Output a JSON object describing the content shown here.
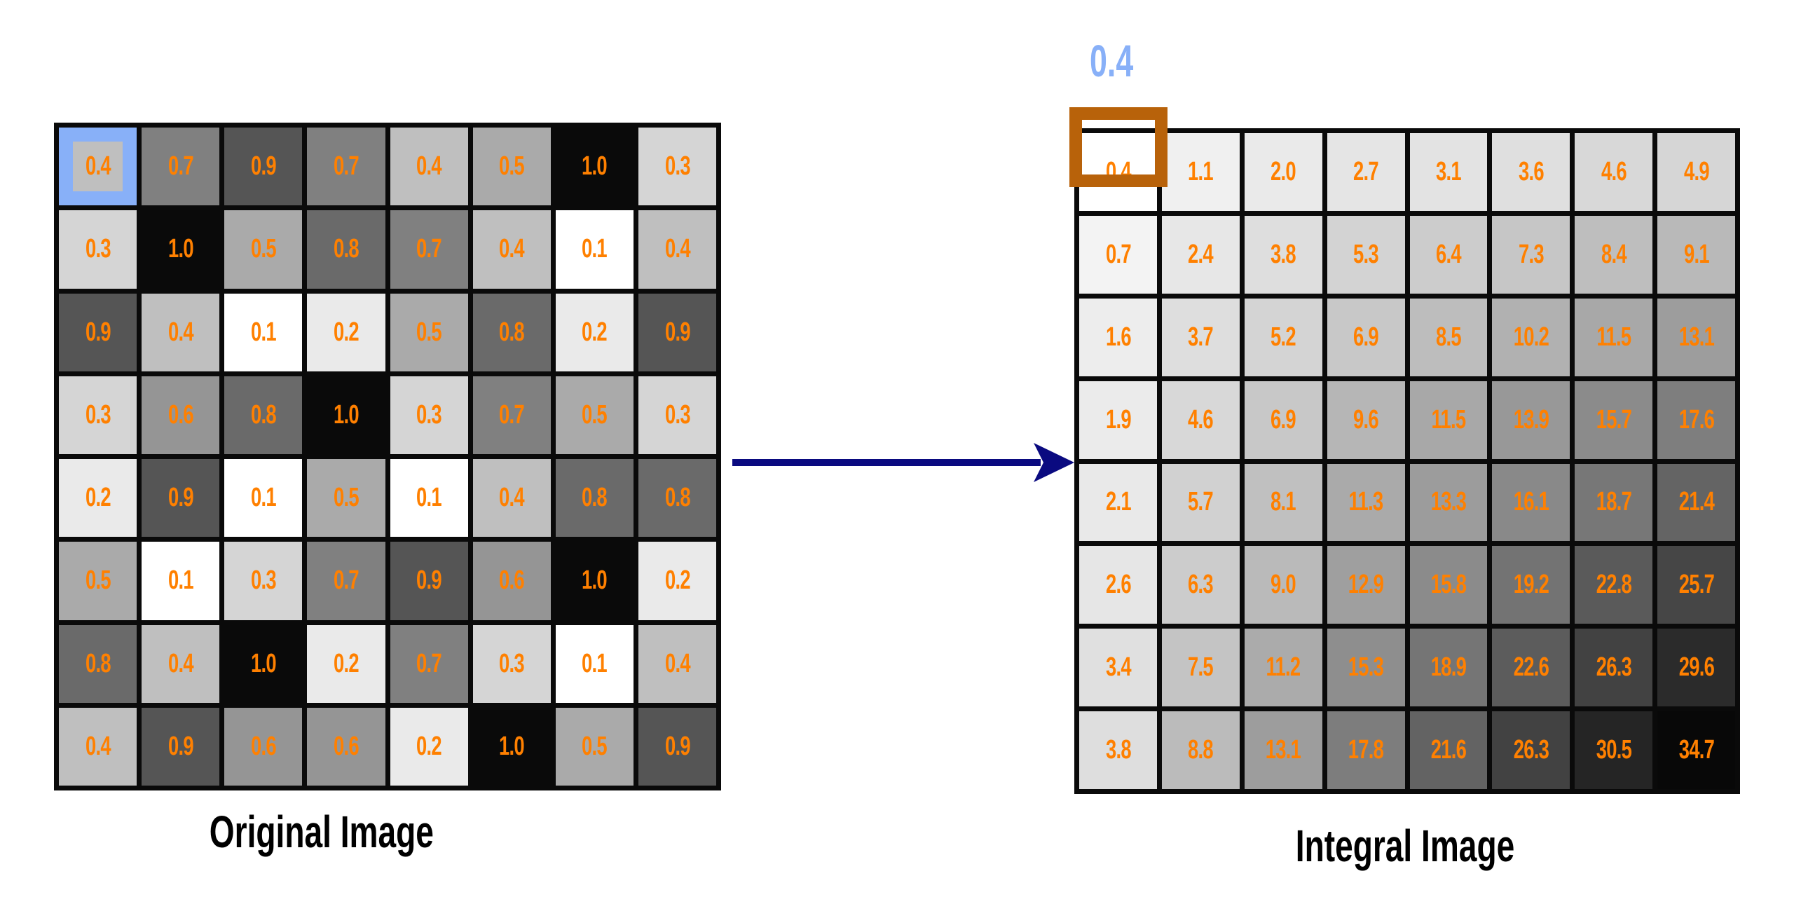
{
  "original": {
    "caption": "Original Image",
    "values": [
      [
        "0.4",
        "0.7",
        "0.9",
        "0.7",
        "0.4",
        "0.5",
        "1.0",
        "0.3"
      ],
      [
        "0.3",
        "1.0",
        "0.5",
        "0.8",
        "0.7",
        "0.4",
        "0.1",
        "0.4"
      ],
      [
        "0.9",
        "0.4",
        "0.1",
        "0.2",
        "0.5",
        "0.8",
        "0.2",
        "0.9"
      ],
      [
        "0.3",
        "0.6",
        "0.8",
        "1.0",
        "0.3",
        "0.7",
        "0.5",
        "0.3"
      ],
      [
        "0.2",
        "0.9",
        "0.1",
        "0.5",
        "0.1",
        "0.4",
        "0.8",
        "0.8"
      ],
      [
        "0.5",
        "0.1",
        "0.3",
        "0.7",
        "0.9",
        "0.6",
        "1.0",
        "0.2"
      ],
      [
        "0.8",
        "0.4",
        "1.0",
        "0.2",
        "0.7",
        "0.3",
        "0.1",
        "0.4"
      ],
      [
        "0.4",
        "0.9",
        "0.6",
        "0.6",
        "0.2",
        "1.0",
        "0.5",
        "0.9"
      ]
    ],
    "highlight_color": "#88b0f8"
  },
  "integral": {
    "caption": "Integral Image",
    "top_value": "0.4",
    "values": [
      [
        "0.4",
        "1.1",
        "2.0",
        "2.7",
        "3.1",
        "3.6",
        "4.6",
        "4.9"
      ],
      [
        "0.7",
        "2.4",
        "3.8",
        "5.3",
        "6.4",
        "7.3",
        "8.4",
        "9.1"
      ],
      [
        "1.6",
        "3.7",
        "5.2",
        "6.9",
        "8.5",
        "10.2",
        "11.5",
        "13.1"
      ],
      [
        "1.9",
        "4.6",
        "6.9",
        "9.6",
        "11.5",
        "13.9",
        "15.7",
        "17.6"
      ],
      [
        "2.1",
        "5.7",
        "8.1",
        "11.3",
        "13.3",
        "16.1",
        "18.7",
        "21.4"
      ],
      [
        "2.6",
        "6.3",
        "9.0",
        "12.9",
        "15.8",
        "19.2",
        "22.8",
        "25.7"
      ],
      [
        "3.4",
        "7.5",
        "11.2",
        "15.3",
        "18.9",
        "22.6",
        "26.3",
        "29.6"
      ],
      [
        "3.8",
        "8.8",
        "13.1",
        "17.8",
        "21.6",
        "26.3",
        "30.5",
        "34.7"
      ]
    ],
    "highlight_color": "#b8620a"
  },
  "colors": {
    "number_text": "#ff8000",
    "arrow": "#0a0a80"
  }
}
